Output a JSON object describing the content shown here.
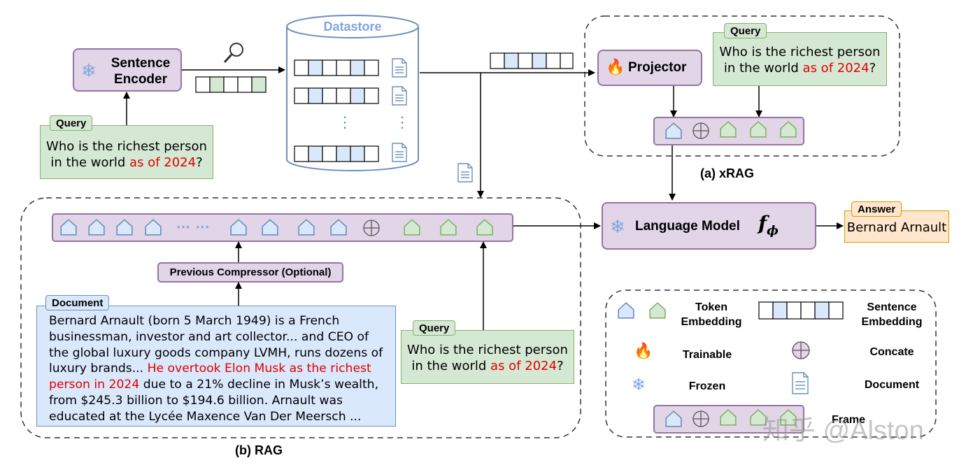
{
  "sentence_encoder": {
    "label_line1": "Sentence",
    "label_line2": "Encoder"
  },
  "datastore": {
    "title": "Datastore",
    "dots": "⋮"
  },
  "projector": {
    "label": "Projector"
  },
  "language_model": {
    "label": "Language Model",
    "symbol": "f",
    "subscript": "ϕ"
  },
  "answer": {
    "tag": "Answer",
    "text": "Bernard Arnault"
  },
  "query_left": {
    "tag": "Query",
    "line1": "Who is the richest person",
    "line2_prefix": "in the world ",
    "line2_highlight": "as of 2024",
    "line2_suffix": "?"
  },
  "query_xrag": {
    "tag": "Query",
    "line1": "Who is the richest person",
    "line2_prefix": "in the world ",
    "line2_highlight": "as of 2024",
    "line2_suffix": "?"
  },
  "query_rag": {
    "tag": "Query",
    "line1": "Who is the richest person",
    "line2_prefix": "in the world ",
    "line2_highlight": "as of 2024",
    "line2_suffix": "?"
  },
  "xrag_label": "(a) xRAG",
  "rag_label": "(b) RAG",
  "rag_dots": "⋯ ⋯",
  "previous_compressor": "Previous Compressor (Optional)",
  "document": {
    "tag": "Document",
    "text_before": "Bernard Arnault (born 5 March 1949) is a French businessman, investor and art collector... and CEO of the global luxury goods company LVMH, runs dozens of luxury brands... ",
    "text_highlight": "He overtook Elon Musk as the richest person in 2024",
    "text_after": " due to a 21% decline in Musk’s wealth, from $245.3 billion to $194.6 billion. Arnault was educated at the Lycée Maxence Van Der Meersch ..."
  },
  "legend": {
    "token_embedding": "Token Embedding",
    "sentence_embedding": "Sentence Embedding",
    "trainable": "Trainable",
    "concate": "Concate",
    "frozen": "Frozen",
    "document": "Document",
    "frame": "Frame"
  },
  "watermark": "知乎 @Alston",
  "colors": {
    "purple_fill": "#e1d5e7",
    "purple_stroke": "#9673a6",
    "green_fill": "#d5e8d4",
    "green_stroke": "#82b366",
    "blue_fill": "#dae8fc",
    "blue_stroke": "#6c8ebf",
    "orange_fill": "#ffe6cc",
    "orange_stroke": "#d79b00",
    "highlight_red": "#e00000"
  },
  "icons": [
    "snowflake-icon",
    "fire-icon",
    "magnifier-icon",
    "document-icon",
    "concat-icon",
    "token-icon"
  ]
}
